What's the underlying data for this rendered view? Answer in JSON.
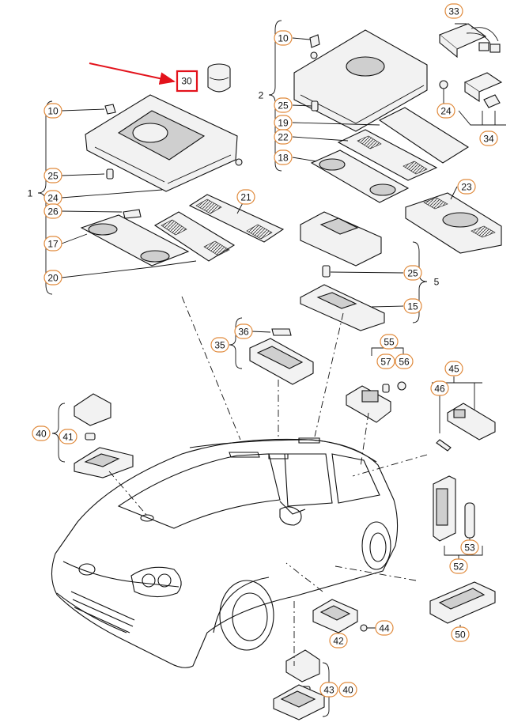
{
  "callouts": {
    "c1": "1",
    "c2": "2",
    "c5": "5",
    "c10a": "10",
    "c10b": "10",
    "c15": "15",
    "c17": "17",
    "c18": "18",
    "c19": "19",
    "c20": "20",
    "c21": "21",
    "c22": "22",
    "c23": "23",
    "c24a": "24",
    "c24b": "24",
    "c25a": "25",
    "c25b": "25",
    "c25c": "25",
    "c26": "26",
    "c30": "30",
    "c33": "33",
    "c34": "34",
    "c35": "35",
    "c36": "36",
    "c40a": "40",
    "c40b": "40",
    "c41": "41",
    "c42": "42",
    "c43": "43",
    "c44": "44",
    "c45": "45",
    "c46": "46",
    "c50": "50",
    "c52": "52",
    "c53": "53",
    "c55": "55",
    "c56": "56",
    "c57": "57"
  },
  "colors": {
    "callout_stroke": "#e08a3c",
    "highlight_box": "#e3121b",
    "pointer_arrow": "#e3121b",
    "line_art": "#111111"
  },
  "highlighted_part": "30"
}
